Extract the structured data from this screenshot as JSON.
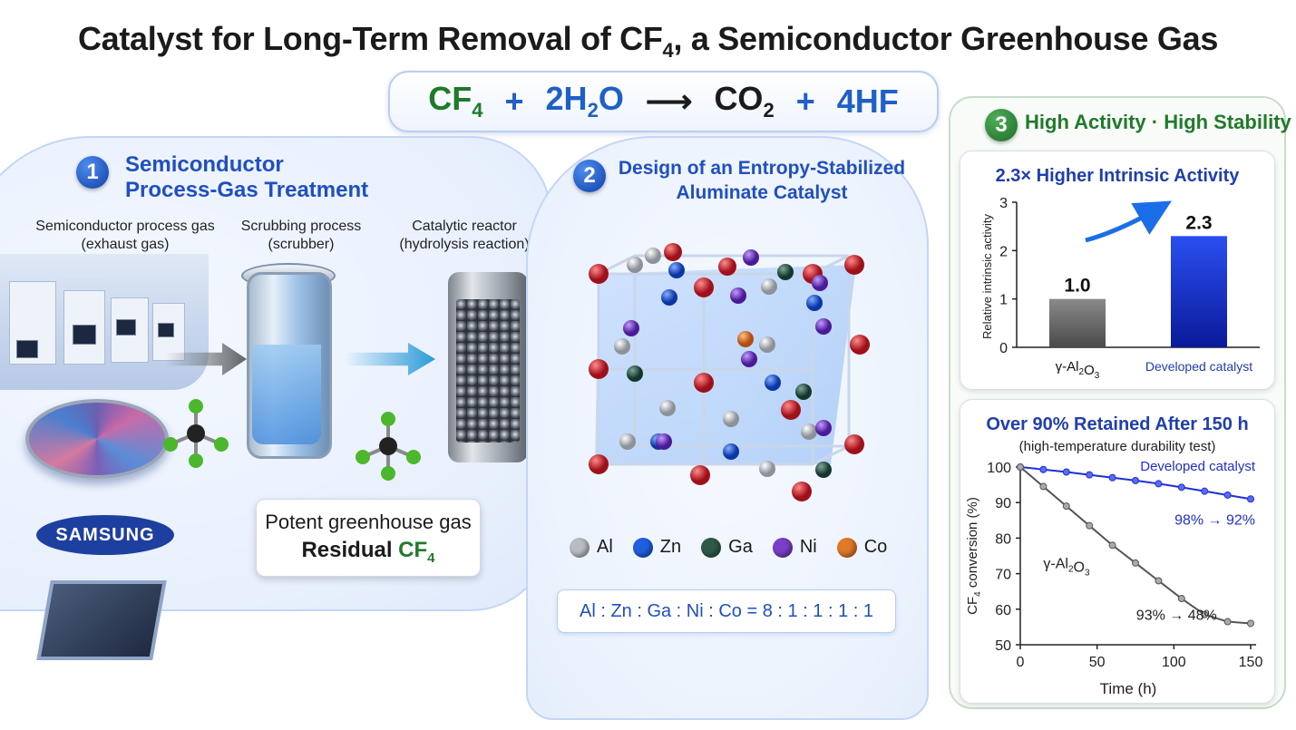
{
  "title": {
    "prefix": "Catalyst for Long-Term Removal of CF",
    "sub": "4",
    "suffix": ", a Semiconductor Greenhouse Gas"
  },
  "equation": {
    "r1": "CF",
    "r1_sub": "4",
    "plus1": "+",
    "r2": "2H",
    "r2_sub": "2",
    "r2_tail": "O",
    "arrow": "⟶",
    "p1": "CO",
    "p1_sub": "2",
    "plus2": "+",
    "p2": "4HF"
  },
  "panel1": {
    "badge": "1",
    "title_l1": "Semiconductor",
    "title_l2": "Process-Gas Treatment",
    "stage1_l1": "Semiconductor process gas",
    "stage1_l2": "(exhaust gas)",
    "stage2_l1": "Scrubbing process",
    "stage2_l2": "(scrubber)",
    "stage3_l1": "Catalytic reactor",
    "stage3_l2": "(hydrolysis reaction)",
    "brand": "SAMSUNG",
    "gas_box_l1": "Potent greenhouse gas",
    "gas_box_l2_prefix": "Residual ",
    "gas_box_l2_cf": "CF",
    "gas_box_l2_sub": "4"
  },
  "panel2": {
    "badge": "2",
    "title_l1": "Design of an Entropy-Stabilized",
    "title_l2": "Aluminate Catalyst",
    "legend": [
      {
        "label": "Al",
        "color": "#b9bcc2"
      },
      {
        "label": "Zn",
        "color": "#1f5fe0"
      },
      {
        "label": "Ga",
        "color": "#2f5a4a"
      },
      {
        "label": "Ni",
        "color": "#7a3fc8"
      },
      {
        "label": "Co",
        "color": "#e07a28"
      }
    ],
    "oxygen_color": "#d0202a",
    "ratio": "Al : Zn : Ga : Ni : Co = 8 : 1 : 1 : 1 : 1"
  },
  "panel3": {
    "badge": "3",
    "title": "High Activity · High Stability"
  },
  "chart_data": [
    {
      "type": "bar",
      "title": "2.3× Higher Intrinsic Activity",
      "ylabel": "Relative intrinsic activity",
      "categories": [
        "γ-Al2O3",
        "Developed catalyst"
      ],
      "values": [
        1.0,
        2.3
      ],
      "value_labels": [
        "1.0",
        "2.3"
      ],
      "ylim": [
        0,
        3
      ],
      "yticks": [
        0,
        1,
        2,
        3
      ],
      "colors": [
        "#6f6f6f",
        "#1530c8"
      ]
    },
    {
      "type": "line",
      "title": "Over 90% Retained After 150 h",
      "subtitle": "(high-temperature durability test)",
      "xlabel": "Time (h)",
      "ylabel": "CF4 conversion (%)",
      "xlim": [
        0,
        150
      ],
      "ylim": [
        50,
        100
      ],
      "xticks": [
        0,
        50,
        100,
        150
      ],
      "yticks": [
        50,
        60,
        70,
        80,
        90,
        100
      ],
      "series": [
        {
          "name": "Developed catalyst",
          "color": "#1f2fd8",
          "annotation": "98% → 92%",
          "x": [
            0,
            15,
            30,
            45,
            60,
            75,
            90,
            105,
            120,
            135,
            150
          ],
          "y": [
            100,
            99.3,
            98.6,
            97.8,
            97.0,
            96.2,
            95.3,
            94.3,
            93.2,
            92.1,
            91.0
          ]
        },
        {
          "name": "γ-Al2O3",
          "color": "#555555",
          "annotation": "93% → 48%",
          "x": [
            0,
            15,
            30,
            45,
            60,
            75,
            90,
            105,
            120,
            135,
            150
          ],
          "y": [
            100,
            94.5,
            89.0,
            83.5,
            78.0,
            73.0,
            68.0,
            63.0,
            58.5,
            56.5,
            56.0
          ]
        }
      ]
    }
  ]
}
